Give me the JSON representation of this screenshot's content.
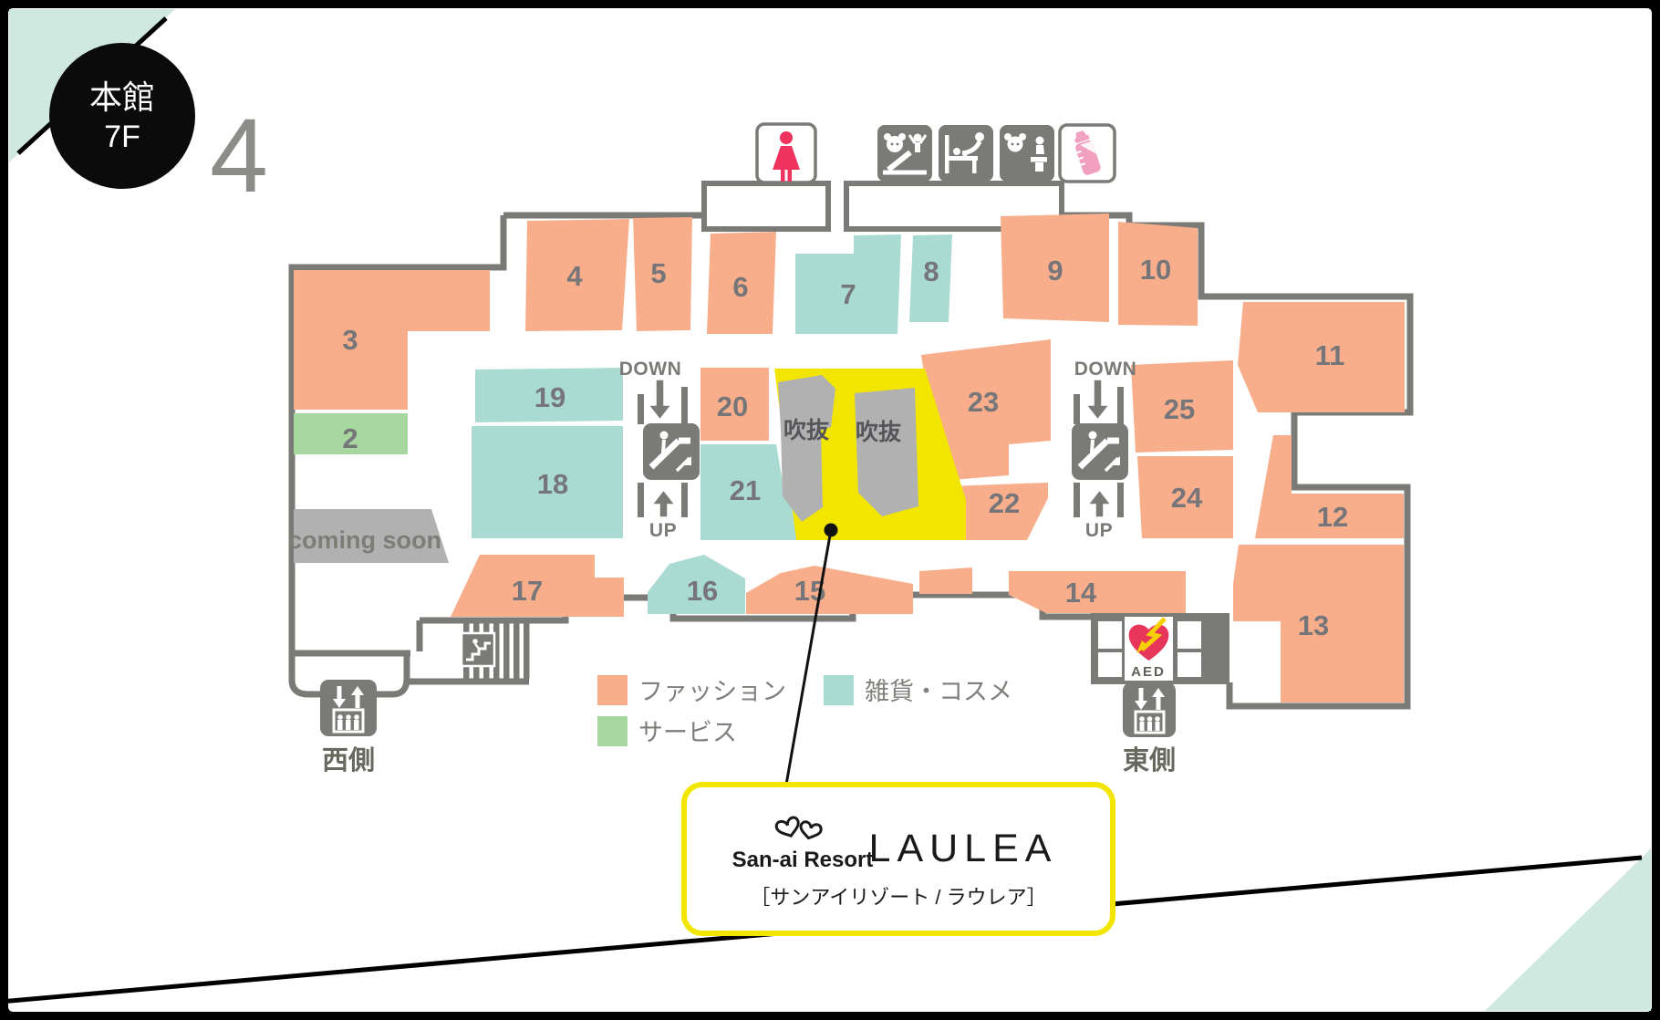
{
  "badge": {
    "line1": "本館",
    "line2": "7F"
  },
  "floor_numeral": "4",
  "map": {
    "areas": {
      "a2": "2",
      "a3": "3",
      "a4": "4",
      "a5": "5",
      "a6": "6",
      "a7": "7",
      "a8": "8",
      "a9": "9",
      "a10": "10",
      "a11": "11",
      "a12": "12",
      "a13": "13",
      "a14": "14",
      "a15": "15",
      "a16": "16",
      "a17": "17",
      "a18": "18",
      "a19": "19",
      "a20": "20",
      "a21": "21",
      "a22": "22",
      "a23": "23",
      "a24": "24",
      "a25": "25"
    },
    "coming_soon": "coming soon",
    "atrium_label": "吹抜",
    "escalator": {
      "down": "DOWN",
      "up": "UP"
    },
    "elevator": {
      "west": "西側",
      "east": "東側"
    },
    "aed_label": "AED",
    "facility_icons": [
      "womens-restroom",
      "kids-space",
      "baby-changing",
      "child-toilet",
      "nursing-room"
    ],
    "highlight_color": "#F2E600"
  },
  "legend": {
    "items": [
      {
        "label": "ファッション",
        "color": "#F8AE8B",
        "key": "fashion"
      },
      {
        "label": "サービス",
        "color": "#A6D79F",
        "key": "service"
      },
      {
        "label": "雑貨・コスメ",
        "color": "#AADBD2",
        "key": "goods-cosmetics"
      }
    ]
  },
  "callout": {
    "brand": "San-ai Resort",
    "name": "LAULEA",
    "reading": "［サンアイリゾート / ラウレア］"
  },
  "colors": {
    "wall": "#7A7A76",
    "fashion": "#F8AE8B",
    "goods": "#AADBD2",
    "service": "#A6D79F",
    "atrium": "#B1B1B1",
    "highlight": "#F2E600",
    "corner_accent": "#CFE9E0"
  }
}
